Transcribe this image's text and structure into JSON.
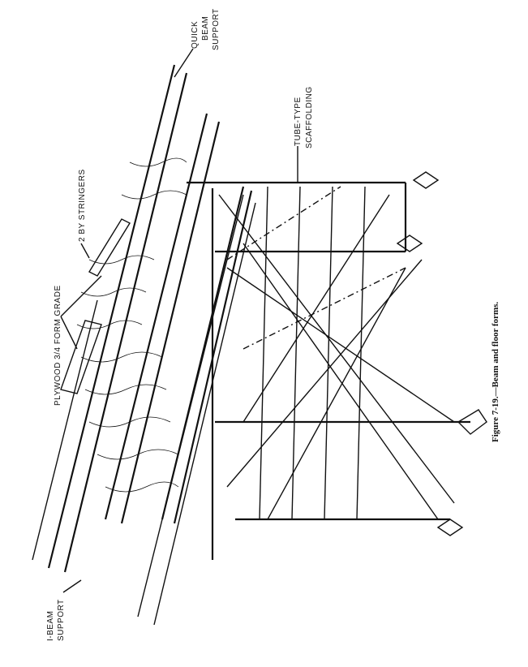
{
  "figure": {
    "caption": "Figure 7-19.—Beam and floor forms.",
    "labels": {
      "quick_beam_support": [
        "QUICK",
        "BEAM",
        "SUPPORT"
      ],
      "tube_type_scaffolding": [
        "TUBE-TYPE",
        "SCAFFOLDING"
      ],
      "stringers": "2 BY STRINGERS",
      "plywood": "PLYWOOD 3/4 FORM GRADE",
      "i_beam_support": [
        "I-BEAM",
        "SUPPORT"
      ]
    }
  }
}
